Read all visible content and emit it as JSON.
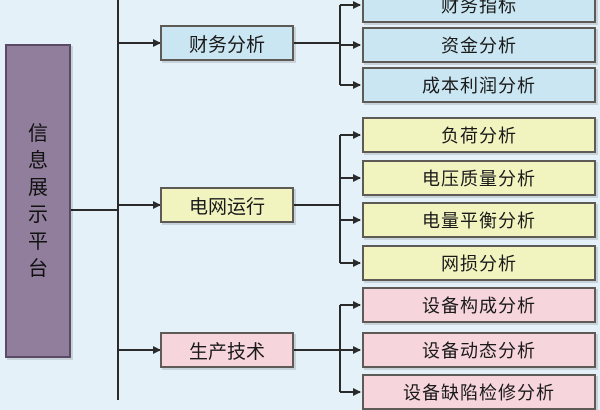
{
  "root": {
    "label": "信息展示平台"
  },
  "categories": [
    {
      "label": "财务分析",
      "color": "#c9e6f2",
      "children": [
        "财务指标",
        "资金分析",
        "成本利润分析"
      ]
    },
    {
      "label": "电网运行",
      "color": "#f1f4bf",
      "children": [
        "负荷分析",
        "电压质量分析",
        "电量平衡分析",
        "网损分析"
      ]
    },
    {
      "label": "生产技术",
      "color": "#f6d5dc",
      "children": [
        "设备构成分析",
        "设备动态分析",
        "设备缺陷检修分析"
      ]
    }
  ]
}
